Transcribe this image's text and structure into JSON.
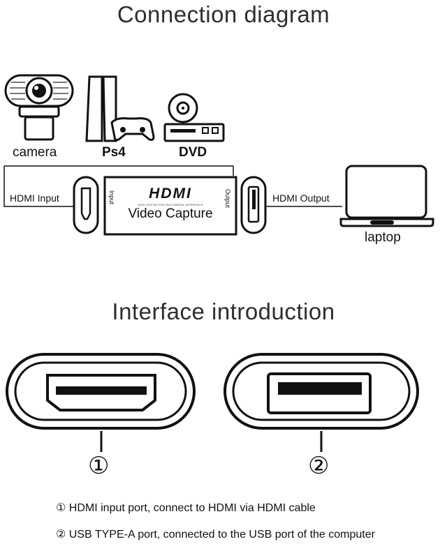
{
  "titles": {
    "connection": "Connection diagram",
    "interface": "Interface introduction"
  },
  "devices": {
    "camera": "camera",
    "ps4": "Ps4",
    "dvd": "DVD",
    "laptop": "laptop"
  },
  "labels": {
    "hdmi_input": "HDMI Input",
    "hdmi_output": "HDMI Output"
  },
  "capture_box": {
    "logo": "HDMI",
    "logo_subtitle": "HIGH-DEFINITION MULTIMEDIA INTERFACE",
    "name": "Video Capture",
    "input_side": "Input",
    "output_side": "Output"
  },
  "ports": {
    "marker_1": "①",
    "marker_2": "②"
  },
  "notes": [
    "① HDMI input port, connect to HDMI via HDMI cable",
    "② USB TYPE-A port, connected to the USB port of the computer"
  ],
  "colors": {
    "stroke": "#111111",
    "title": "#2e2e2e"
  }
}
